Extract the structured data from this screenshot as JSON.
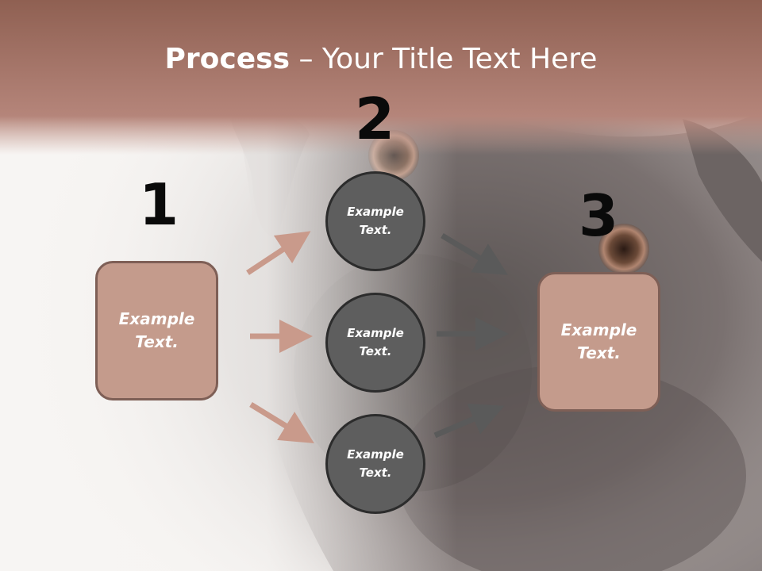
{
  "title": {
    "bold": "Process",
    "rest": " – Your Title Text Here"
  },
  "steps": {
    "one": "1",
    "two": "2",
    "three": "3"
  },
  "box_left": {
    "line1": "Example",
    "line2": "Text."
  },
  "box_right": {
    "line1": "Example",
    "line2": "Text."
  },
  "circles": [
    {
      "line1": "Example",
      "line2": "Text."
    },
    {
      "line1": "Example",
      "line2": "Text."
    },
    {
      "line1": "Example",
      "line2": "Text."
    }
  ],
  "colors": {
    "header_band": "#b07e70",
    "box_fill": "#c49b8c",
    "box_border": "#7e5f56",
    "circle_fill": "#5e5e5e",
    "arrow_left": "#c99a8b",
    "arrow_right": "#5a5a5a"
  }
}
